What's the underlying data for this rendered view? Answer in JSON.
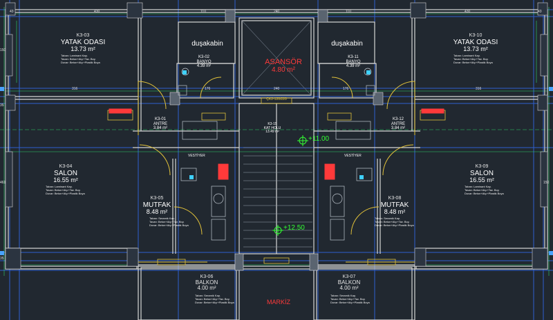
{
  "colors": {
    "background": "#212830",
    "wall": "#d8d8d8",
    "grid": "#2f5fd0",
    "axis": "#4aa3ff",
    "door": "#e3c33a",
    "dim": "#2fd36b",
    "accent_red": "#ff3a3a",
    "elev": "#33ff33"
  },
  "rooms": {
    "k3_03": {
      "code": "K3-03",
      "name": "YATAK ODASI",
      "area": "13.73 m²",
      "notes": [
        "Taban: Laminant Kap.",
        "Tavan: Beton+Alçı+Tav. Boy.",
        "Duvar: Beton+Alçı+Plastik Boya"
      ]
    },
    "k3_10": {
      "code": "K3-10",
      "name": "YATAK ODASI",
      "area": "13.73 m²",
      "notes": [
        "Taban: Laminant Kap.",
        "Tavan: Beton+Alçı+Tav. Boy.",
        "Duvar: Beton+Alçı+Plastik Boya"
      ]
    },
    "dusakabin_left": {
      "name": "duşakabin"
    },
    "dusakabin_right": {
      "name": "duşakabin"
    },
    "k3_02": {
      "code": "K3-02",
      "name": "BANYO",
      "area": "4.39 m²"
    },
    "k3_11": {
      "code": "K3-11",
      "name": "BANYO",
      "area": "4.39 m²"
    },
    "asansor": {
      "name": "ASANSÖR",
      "area": "4.80 m²"
    },
    "k3_01": {
      "code": "K3-01",
      "name": "ANTRE",
      "area": "3.84 m²"
    },
    "k3_12": {
      "code": "K3-12",
      "name": "ANTRE",
      "area": "3.84 m²"
    },
    "kat_holu": {
      "code": "K3-15",
      "name": "KAT HOLU",
      "area": "13.49 m²"
    },
    "k3_04": {
      "code": "K3-04",
      "name": "SALON",
      "area": "16.55 m²",
      "notes": [
        "Taban: Laminant Kap.",
        "Tavan: Beton+Alçı+Tav. Boy.",
        "Duvar: Beton+Alçı+Plastik Boya"
      ]
    },
    "k3_09": {
      "code": "K3-09",
      "name": "SALON",
      "area": "16.55 m²",
      "notes": [
        "Taban: Laminant Kap.",
        "Tavan: Beton+Alçı+Tav. Boy.",
        "Duvar: Beton+Alçı+Plastik Boya"
      ]
    },
    "k3_05": {
      "code": "K3-05",
      "name": "MUTFAK",
      "area": "8.48 m²",
      "notes": [
        "Taban: Seramik Kap.",
        "Tavan: Beton+Alçı+Tav. Boy.",
        "Duvar: Beton+Alçı+Plastik Boya"
      ]
    },
    "k3_08": {
      "code": "K3-08",
      "name": "MUTFAK",
      "area": "8.48 m²",
      "notes": [
        "Taban: Seramik Kap.",
        "Tavan: Beton+Alçı+Tav. Boy.",
        "Duvar: Beton+Alçı+Plastik Boya"
      ]
    },
    "k3_06": {
      "code": "K3-06",
      "name": "BALKON",
      "area": "4.00 m²",
      "notes": [
        "Taban: Seramik Kap.",
        "Tavan: Beton+Alçı+Tav. Boy.",
        "Duvar: Beton+Alçı+Plastik Boya"
      ]
    },
    "k3_07": {
      "code": "K3-07",
      "name": "BALKON",
      "area": "4.00 m²",
      "notes": [
        "Taban: Seramik Kap.",
        "Tavan: Beton+Alçı+Tav. Boy.",
        "Duvar: Beton+Alçı+Plastik Boya"
      ]
    }
  },
  "labels": {
    "vestiyer_left": "VESTİYER",
    "vestiyer_right": "VESTİYER",
    "elev_top": "+11.00",
    "elev_bottom": "+12.50",
    "markiz": "MARKİZ",
    "door_tag": "ÇK2-120/220"
  },
  "dimensions": {
    "top": [
      "43",
      "430",
      "110",
      "240",
      "110",
      "430",
      "43"
    ],
    "mid": [
      "316",
      "176",
      "240",
      "176",
      "316"
    ],
    "side": [
      "150",
      "35",
      "461",
      "35",
      "150"
    ]
  }
}
